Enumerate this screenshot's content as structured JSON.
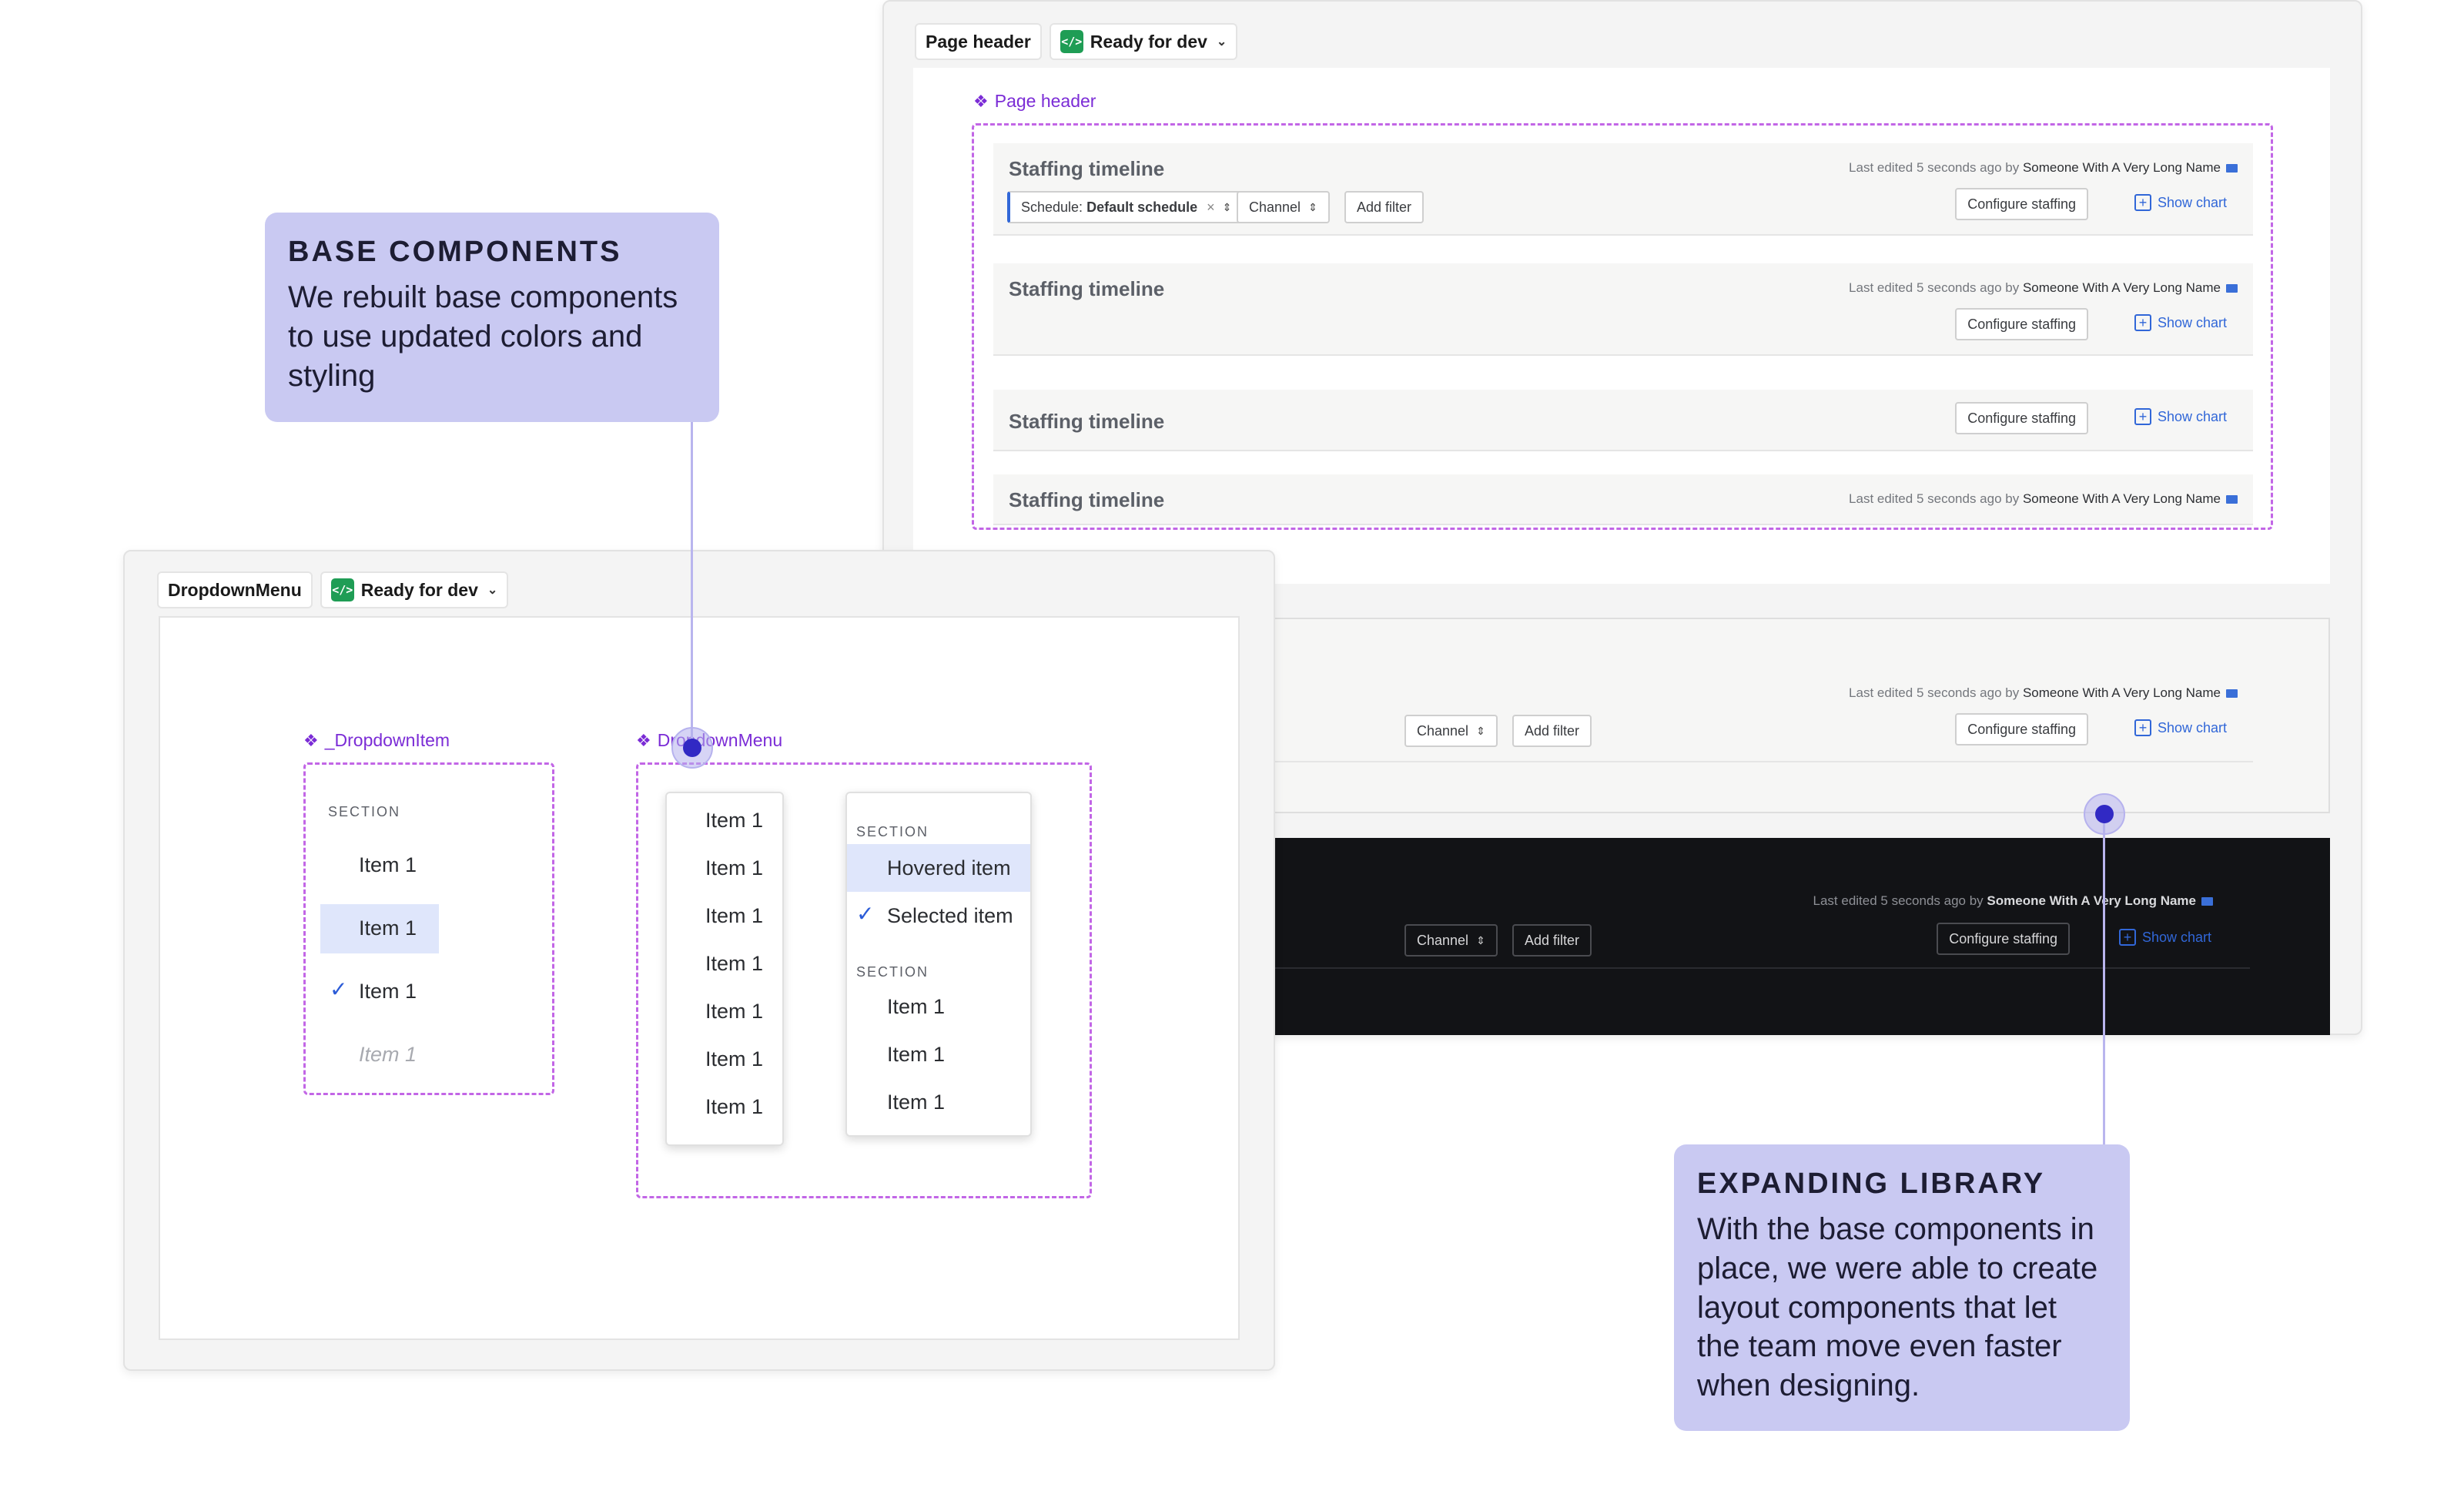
{
  "page_header_frame": {
    "tab_name": "Page header",
    "status": "Ready for dev",
    "component_label": "Page header",
    "rows": [
      {
        "title": "Staffing timeline",
        "edited_prefix": "Last edited 5 seconds ago by",
        "edited_by": "Someone With A Very Long Name",
        "schedule_label": "Schedule:",
        "schedule_value": "Default schedule",
        "clear": "×",
        "channel": "Channel",
        "add_filter": "Add filter",
        "configure": "Configure staffing",
        "show_chart": "Show chart"
      },
      {
        "title": "Staffing timeline",
        "edited_prefix": "Last edited 5 seconds ago by",
        "edited_by": "Someone With A Very Long Name",
        "configure": "Configure staffing",
        "show_chart": "Show chart"
      },
      {
        "title": "Staffing timeline",
        "configure": "Configure staffing",
        "show_chart": "Show chart"
      },
      {
        "title": "Staffing timeline",
        "edited_prefix": "Last edited 5 seconds ago by",
        "edited_by": "Someone With A Very Long Name"
      }
    ],
    "light_variant": {
      "edited_prefix": "Last edited 5 seconds ago by",
      "edited_by": "Someone With A Very Long Name",
      "channel": "Channel",
      "add_filter": "Add filter",
      "configure": "Configure staffing",
      "show_chart": "Show chart"
    },
    "dark_variant": {
      "edited_prefix": "Last edited 5 seconds ago by",
      "edited_by": "Someone With A Very Long Name",
      "channel": "Channel",
      "add_filter": "Add filter",
      "configure": "Configure staffing",
      "show_chart": "Show chart"
    }
  },
  "dropdown_frame": {
    "tab_name": "DropdownMenu",
    "status": "Ready for dev",
    "item_label": "_DropdownItem",
    "menu_label": "DropdownMenu",
    "item_states": {
      "section": "SECTION",
      "default": "Item 1",
      "hovered": "Item 1",
      "selected": "Item 1",
      "disabled": "Item 1"
    },
    "simple_menu": [
      "Item 1",
      "Item 1",
      "Item 1",
      "Item 1",
      "Item 1",
      "Item 1",
      "Item 1"
    ],
    "sectioned_menu": {
      "section1": "SECTION",
      "hovered": "Hovered item",
      "selected": "Selected item",
      "section2": "SECTION",
      "items": [
        "Item 1",
        "Item 1",
        "Item 1"
      ]
    }
  },
  "callouts": {
    "base": {
      "heading": "BASE COMPONENTS",
      "body": "We rebuilt base components to use updated colors and styling"
    },
    "library": {
      "heading": "EXPANDING LIBRARY",
      "body": "With the base components in place, we were able to create layout components that let the team move even faster when designing."
    }
  },
  "icons": {
    "dev": "code-icon",
    "component": "component-diamond-icon",
    "mail": "mail-icon",
    "check": "check-icon",
    "plus": "plus-square-icon"
  },
  "colors": {
    "accent_purple": "#7b2cd6",
    "callout_bg": "#c9c9f2",
    "dot": "#3129c4",
    "link_blue": "#3167d8",
    "dev_green": "#1f9d55"
  }
}
